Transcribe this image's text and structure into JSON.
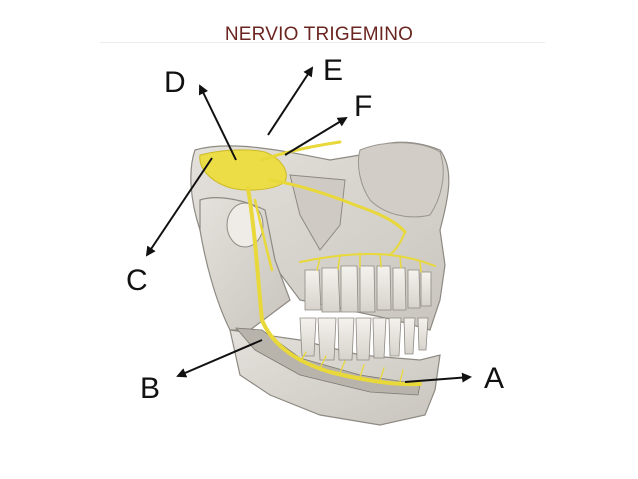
{
  "title": "NERVIO TRIGEMINO",
  "labels": {
    "a": "A",
    "b": "B",
    "c": "C",
    "d": "D",
    "e": "E",
    "f": "F"
  },
  "colors": {
    "title": "#6b2520",
    "nerve": "#e8d83a",
    "bone": "#d9d6d0",
    "arrow": "#111111"
  }
}
